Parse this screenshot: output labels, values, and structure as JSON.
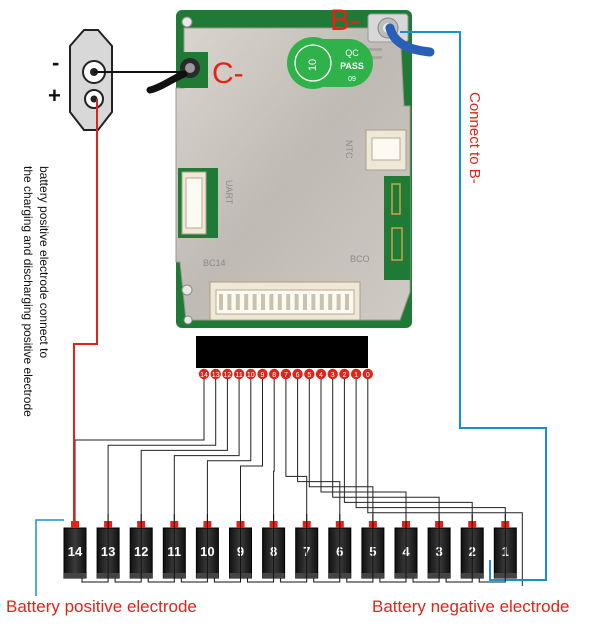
{
  "labels": {
    "b_minus": "B-",
    "c_minus": "C-",
    "minus": "-",
    "plus": "+",
    "connect_to_b": "Connect to B-",
    "positive_note_line1": "battery positive electrode connect to",
    "positive_note_line2": "the charging and discharging positive electrode",
    "battery_positive": "Battery positive electrode",
    "battery_negative": "Battery negative electrode"
  },
  "board": {
    "uart": "UART",
    "ntc": "NTC",
    "bco": "BCO",
    "bc14": "BC14",
    "qc_top": "QC",
    "qc_bottom": "PASS",
    "qc_num": "09",
    "qc_side": "10"
  },
  "pins": [
    "14",
    "13",
    "12",
    "11",
    "10",
    "9",
    "8",
    "7",
    "6",
    "5",
    "4",
    "3",
    "2",
    "1",
    "0"
  ],
  "cells": [
    "14",
    "13",
    "12",
    "11",
    "10",
    "9",
    "8",
    "7",
    "6",
    "5",
    "4",
    "3",
    "2",
    "1"
  ],
  "colors": {
    "red": "#e2231a",
    "blue": "#1a8fd6",
    "board_green": "#1f7a36",
    "shield": "#c8c3bc",
    "sticker": "#2fb24a"
  }
}
